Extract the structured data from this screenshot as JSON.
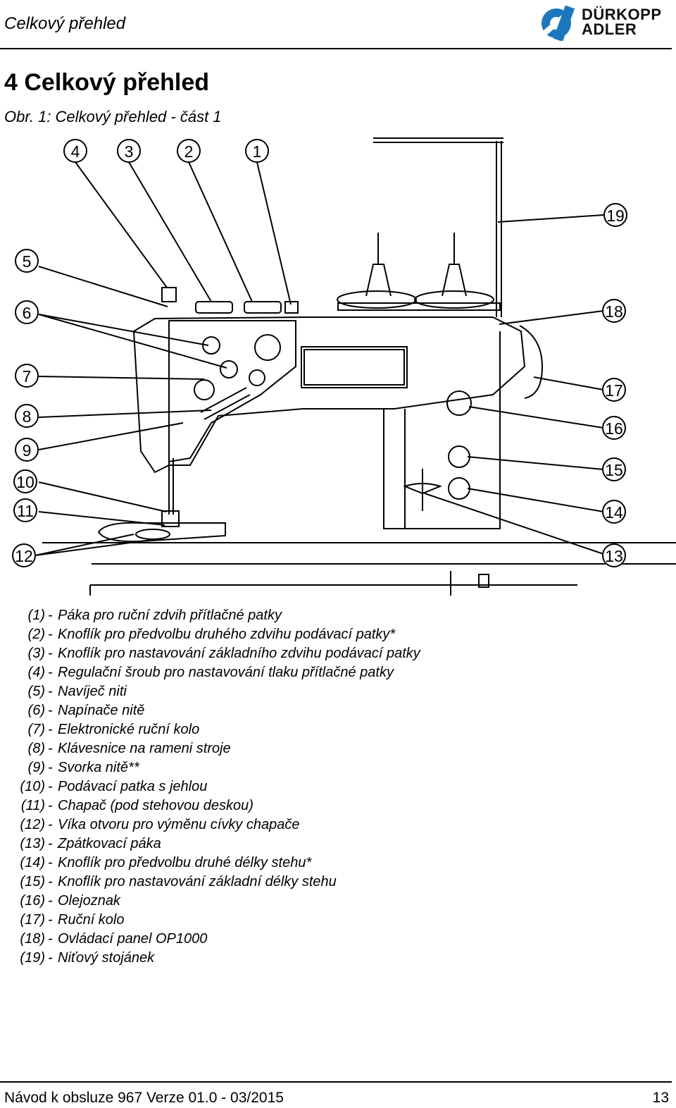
{
  "header": {
    "title": "Celkový přehled",
    "logo_text_line1": "DÜRKOPP",
    "logo_text_line2": "ADLER",
    "brand_color": "#1b78bf"
  },
  "chapter_title": "4 Celkový přehled",
  "figure_caption": "Obr. 1: Celkový přehled - část 1",
  "callouts": [
    "1",
    "2",
    "3",
    "4",
    "5",
    "6",
    "7",
    "8",
    "9",
    "10",
    "11",
    "12",
    "13",
    "14",
    "15",
    "16",
    "17",
    "18",
    "19"
  ],
  "legend": [
    {
      "num": "(1)",
      "text": "Páka pro ruční zdvih přítlačné patky"
    },
    {
      "num": "(2)",
      "text": "Knoflík pro předvolbu druhého zdvihu podávací patky*"
    },
    {
      "num": "(3)",
      "text": "Knoflík pro nastavování základního zdvihu podávací patky"
    },
    {
      "num": "(4)",
      "text": "Regulační šroub pro nastavování tlaku přítlačné patky"
    },
    {
      "num": "(5)",
      "text": "Navíječ niti"
    },
    {
      "num": "(6)",
      "text": "Napínače nitě"
    },
    {
      "num": "(7)",
      "text": "Elektronické ruční kolo"
    },
    {
      "num": "(8)",
      "text": "Klávesnice na rameni stroje"
    },
    {
      "num": "(9)",
      "text": "Svorka nitě**"
    },
    {
      "num": "(10)",
      "text": "Podávací patka s jehlou"
    },
    {
      "num": "(11)",
      "text": "Chapač (pod stehovou deskou)"
    },
    {
      "num": "(12)",
      "text": "Víka otvoru pro výměnu cívky chapače"
    },
    {
      "num": "(13)",
      "text": "Zpátkovací páka"
    },
    {
      "num": "(14)",
      "text": "Knoflík pro předvolbu druhé délky stehu*"
    },
    {
      "num": "(15)",
      "text": "Knoflík pro nastavování základní délky stehu"
    },
    {
      "num": "(16)",
      "text": "Olejoznak"
    },
    {
      "num": "(17)",
      "text": "Ruční kolo"
    },
    {
      "num": "(18)",
      "text": "Ovládací panel OP1000"
    },
    {
      "num": "(19)",
      "text": "Niťový stojánek"
    }
  ],
  "footer": {
    "left": "Návod k obsluze 967 Verze 01.0 - 03/2015",
    "page_number": "13"
  }
}
